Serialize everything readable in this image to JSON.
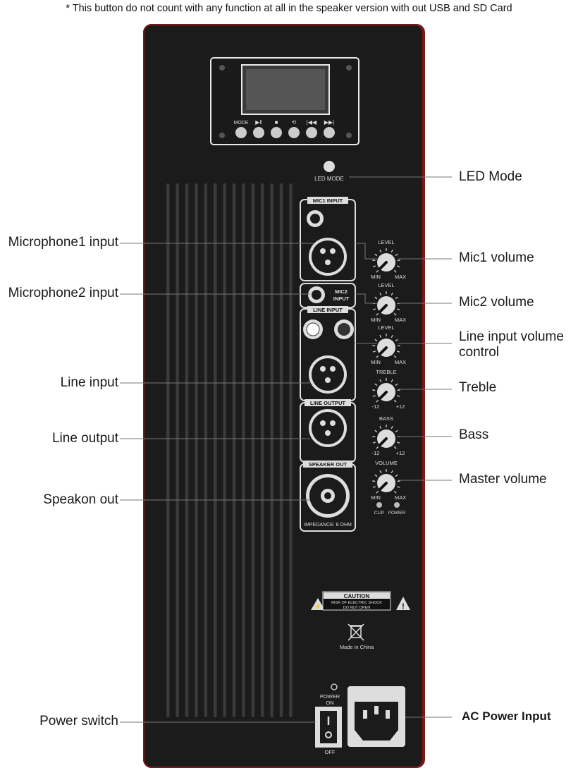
{
  "note": "* This button do not count with any function at all in the speaker version with out USB and SD Card",
  "player": {
    "buttons": [
      "MODE",
      "▶‖",
      "■",
      "⟲",
      "|◀◀",
      "▶▶|"
    ]
  },
  "led_mode_caption": "LED MODE",
  "mixer": {
    "mic1_section": "MIC1 INPUT",
    "mic2_section": "MIC2\nINPUT",
    "mic2_line1": "MIC2",
    "mic2_line2": "INPUT",
    "line_input_section": "LINE INPUT",
    "line_output_section": "LINE OUTPUT",
    "speaker_out_section": "SPEAKER OUT",
    "impedance": "IMPEDANCE: 8 OHM",
    "knobs": [
      {
        "top": "LEVEL",
        "left": "MIN",
        "right": "MAX"
      },
      {
        "top": "LEVEL",
        "left": "MIN",
        "right": "MAX"
      },
      {
        "top": "LEVEL",
        "left": "MIN",
        "right": "MAX"
      },
      {
        "top": "TREBLE",
        "left": "-12",
        "right": "+12"
      },
      {
        "top": "BASS",
        "left": "-12",
        "right": "+12"
      },
      {
        "top": "VOLUME",
        "left": "MIN",
        "right": "MAX"
      }
    ],
    "clip": "CLIP",
    "power_led": "POWER"
  },
  "caution": {
    "title": "CAUTION",
    "line1": "RISK OF ELECTRIC SHOCK",
    "line2": "DO NOT OPEN"
  },
  "made_in": "Made in China",
  "power": {
    "label": "POWER",
    "on": "ON",
    "off": "OFF"
  },
  "labels_left": {
    "mic1": "Microphone1 input",
    "mic2": "Microphone2 input",
    "line_in": "Line input",
    "line_out": "Line output",
    "speakon": "Speakon out",
    "power_switch": "Power switch"
  },
  "labels_right": {
    "led_mode": "LED Mode",
    "mic1_vol": "Mic1 volume",
    "mic2_vol": "Mic2 volume",
    "line_vol_1": "Line input volume",
    "line_vol_2": "control",
    "treble": "Treble",
    "bass": "Bass",
    "master": "Master volume",
    "ac_power": "AC Power Input"
  }
}
